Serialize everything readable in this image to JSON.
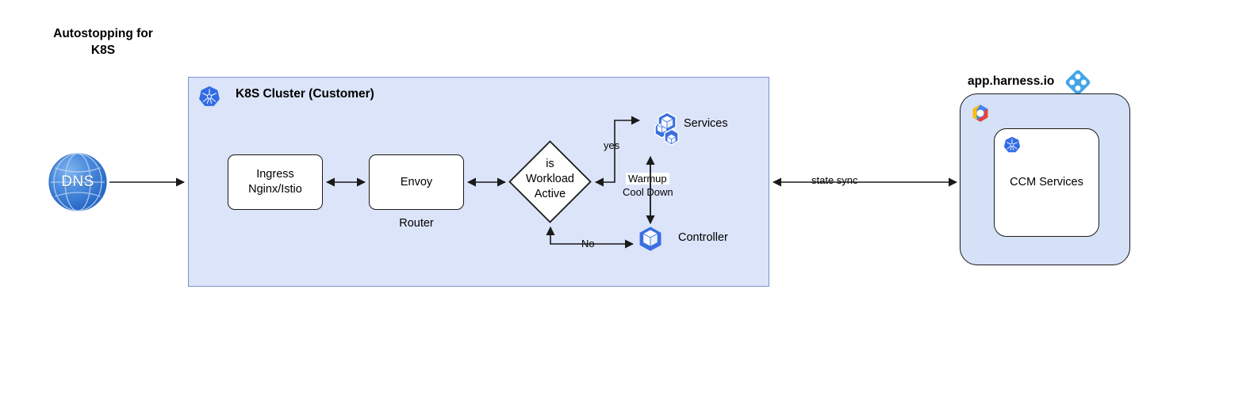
{
  "page": {
    "title": "Autostopping for\nK8S",
    "background": "#ffffff"
  },
  "colors": {
    "cluster_fill": "#dbe4f8",
    "cluster_border": "#7b93c9",
    "harness_fill": "#d5e1f7",
    "harness_border": "#1a1a1a",
    "node_fill": "#ffffff",
    "node_border": "#1a1a1a",
    "k8s_blue": "#326ce5",
    "harness_logo_blue": "#42a5e8",
    "dns_blue": "#3b7dd8",
    "edge_stroke": "#1a1a1a"
  },
  "cluster": {
    "title": "K8S Cluster (Customer)",
    "icon": "kubernetes-icon",
    "nodes": {
      "ingress": {
        "label": "Ingress\nNginx/Istio",
        "name": "ingress-node"
      },
      "envoy": {
        "label": "Envoy",
        "caption": "Router",
        "name": "envoy-node"
      },
      "decision": {
        "label": "is\nWorkload\nActive",
        "name": "workload-active-decision"
      },
      "services": {
        "label": "Services",
        "icon": "kubernetes-pods-icon"
      },
      "controller": {
        "label": "Controller",
        "icon": "kubernetes-pod-icon"
      }
    },
    "edge_labels": {
      "yes": "yes",
      "no": "No",
      "warmup": "Warmup",
      "cooldown": "Cool Down"
    }
  },
  "external": {
    "dns": {
      "label": "DNS",
      "icon": "globe-icon"
    },
    "state_sync_label": "state sync",
    "harness": {
      "title": "app.harness.io",
      "logo": "harness-logo-icon",
      "cloud_icon": "gcp-icon",
      "inner": {
        "label": "CCM Services",
        "icon": "kubernetes-icon"
      }
    }
  }
}
